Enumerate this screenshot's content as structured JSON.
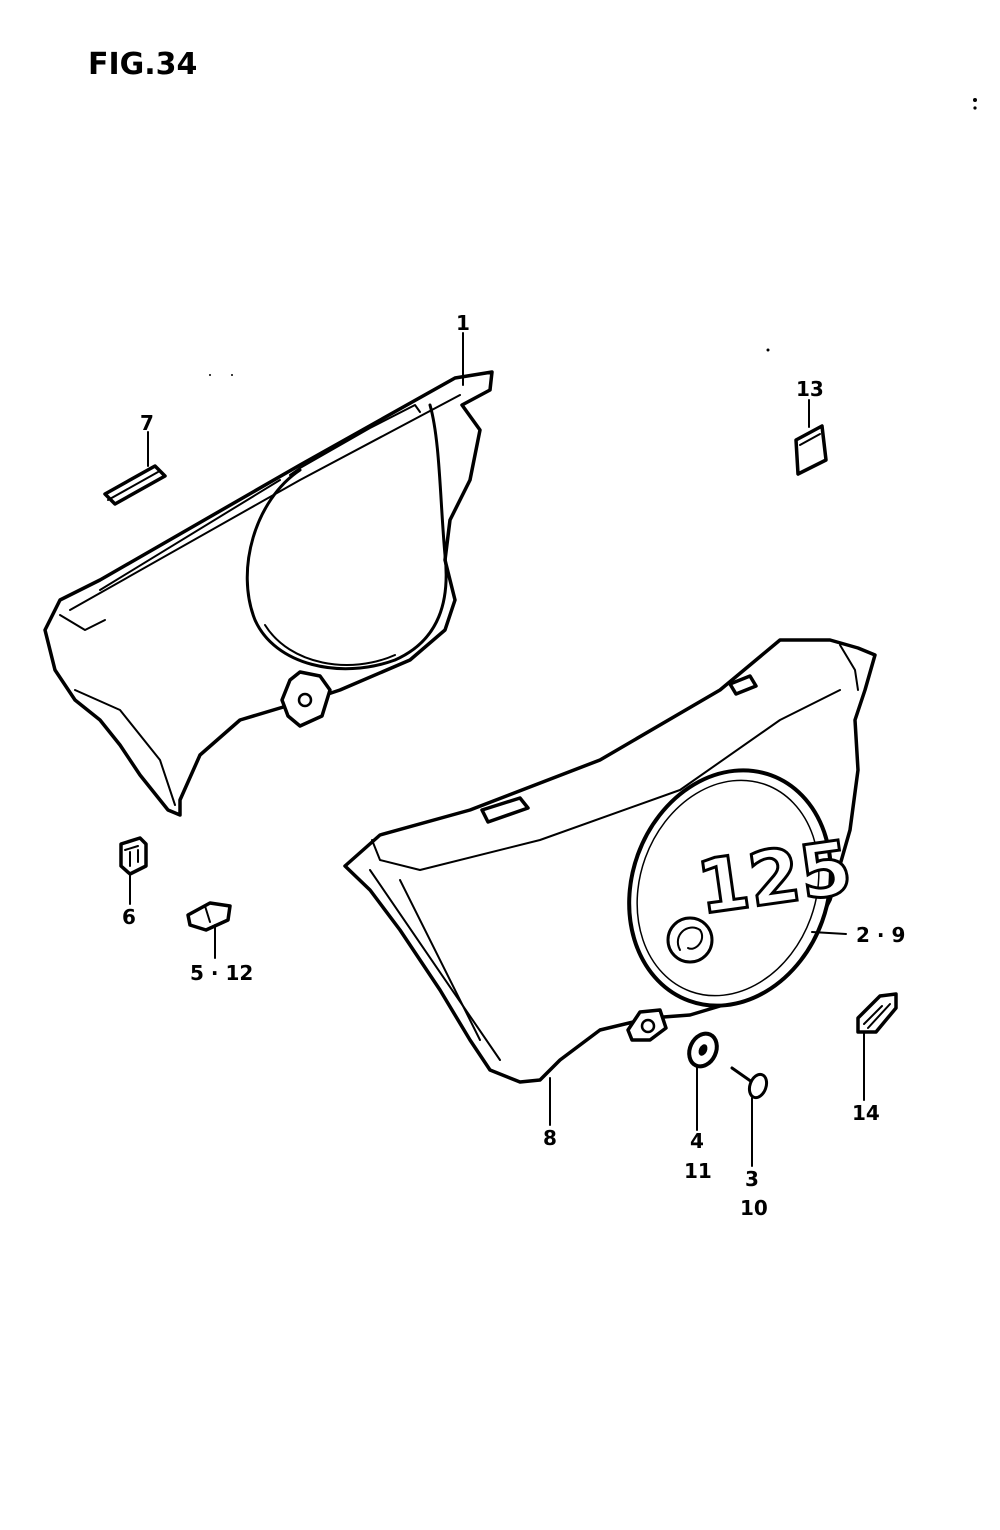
{
  "figure": {
    "title": "FIG.34",
    "badge": "125"
  },
  "callouts": {
    "c1": "1",
    "c2_9": "2 · 9",
    "c3": "3",
    "c10": "10",
    "c4": "4",
    "c11": "11",
    "c5_12": "5 · 12",
    "c6": "6",
    "c7": "7",
    "c8": "8",
    "c13": "13",
    "c14": "14"
  }
}
